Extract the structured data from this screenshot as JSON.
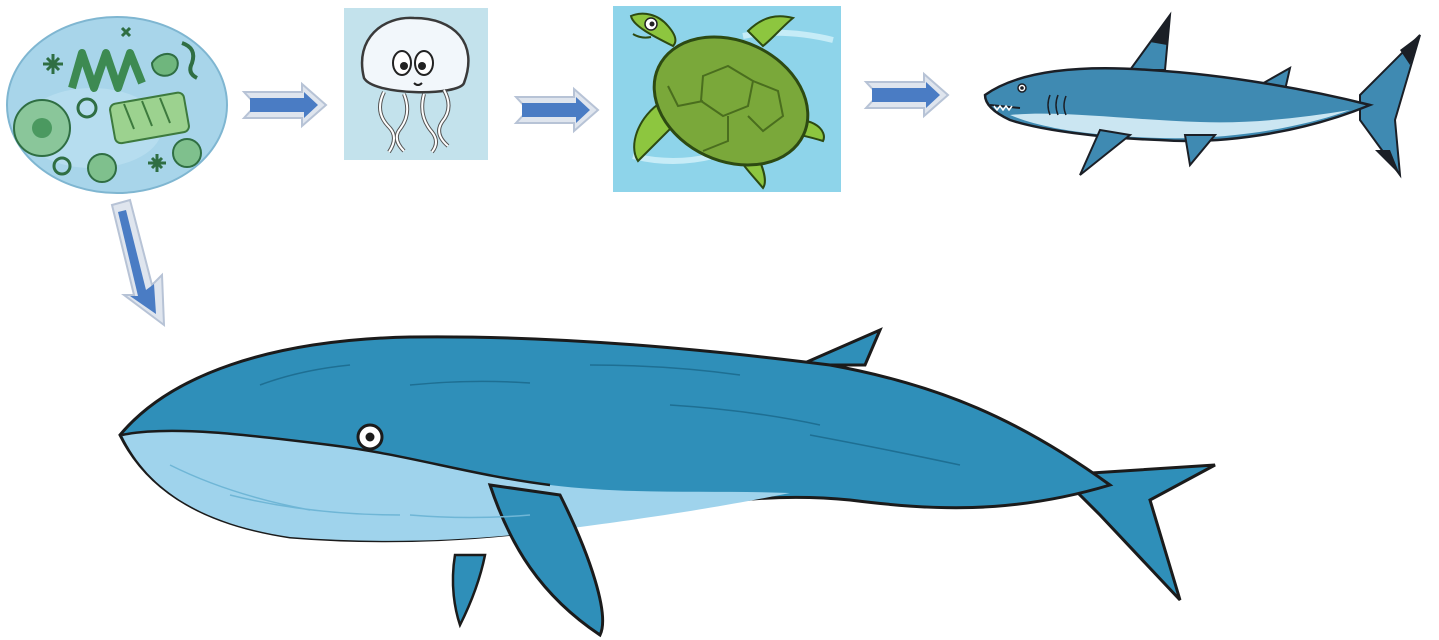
{
  "diagram": {
    "type": "food-chain",
    "nodes": [
      {
        "id": "plankton",
        "icon": "plankton-icon"
      },
      {
        "id": "jellyfish",
        "icon": "jellyfish-icon"
      },
      {
        "id": "turtle",
        "icon": "turtle-icon"
      },
      {
        "id": "shark",
        "icon": "shark-icon"
      },
      {
        "id": "whale",
        "icon": "blue-whale-icon"
      }
    ],
    "edges": [
      {
        "from": "plankton",
        "to": "jellyfish"
      },
      {
        "from": "jellyfish",
        "to": "turtle"
      },
      {
        "from": "turtle",
        "to": "shark"
      },
      {
        "from": "plankton",
        "to": "whale"
      }
    ]
  },
  "colors": {
    "arrow_fill": "#4a7cc4",
    "arrow_outline": "#b7c3d6",
    "plankton_bg": "#a8d5ea",
    "plankton_green": "#5fa66f",
    "jellyfish_bg": "#c3e2ec",
    "turtle_bg": "#8ed4ea",
    "turtle_shell": "#7aa83a",
    "turtle_skin": "#8dc63f",
    "shark_blue": "#3f8ab2",
    "shark_fin_tip": "#1b1f26",
    "whale_blue": "#2f8fb9",
    "whale_belly": "#9fd3ec",
    "outline": "#1b1b1b"
  }
}
